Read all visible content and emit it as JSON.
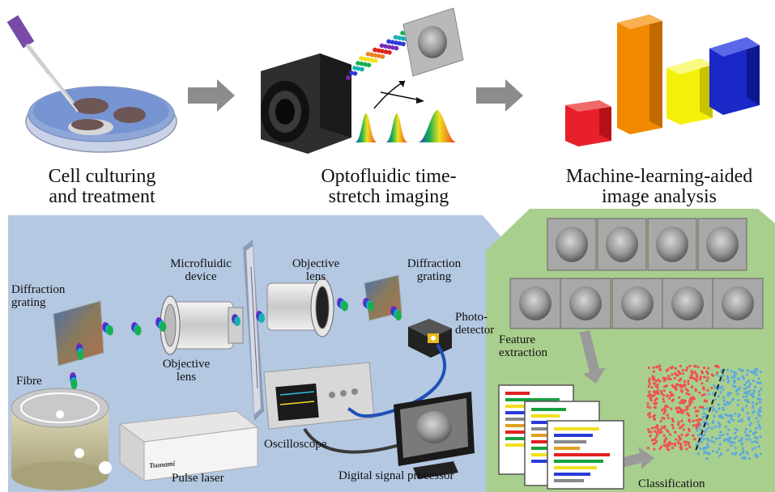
{
  "top_captions": {
    "culturing": [
      "Cell culturing",
      "and treatment"
    ],
    "imaging": [
      "Optofluidic time-",
      "stretch imaging"
    ],
    "analysis": [
      "Machine-learning-aided",
      "image analysis"
    ]
  },
  "setup_labels": {
    "diffraction_grating_left": [
      "Diffraction",
      "grating"
    ],
    "microfluidic_device": [
      "Microfluidic",
      "device"
    ],
    "objective_lens_right": [
      "Objective",
      "lens"
    ],
    "diffraction_grating_right": [
      "Diffraction",
      "grating"
    ],
    "photodetector": [
      "Photo-",
      "detector"
    ],
    "objective_lens_left": [
      "Objective",
      "lens"
    ],
    "fibre": "Fibre",
    "oscilloscope": "Oscilloscope",
    "pulse_laser": "Pulse laser",
    "digital_signal_processor": "Digital signal processor",
    "laser_brand": "Tsunami"
  },
  "analysis_labels": {
    "feature_extraction": [
      "Feature",
      "extraction"
    ],
    "classification": "Classification"
  },
  "colors": {
    "blue_panel": "#b4c8e2",
    "green_panel": "#a9cf8f",
    "arrow_gray": "#8c8c8c",
    "bar_red": "#e8202a",
    "bar_orange": "#f28a00",
    "bar_yellow": "#f4f00a",
    "bar_blue": "#1a28c8",
    "cluster_red": "#f05050",
    "cluster_blue": "#5fa8e0"
  }
}
